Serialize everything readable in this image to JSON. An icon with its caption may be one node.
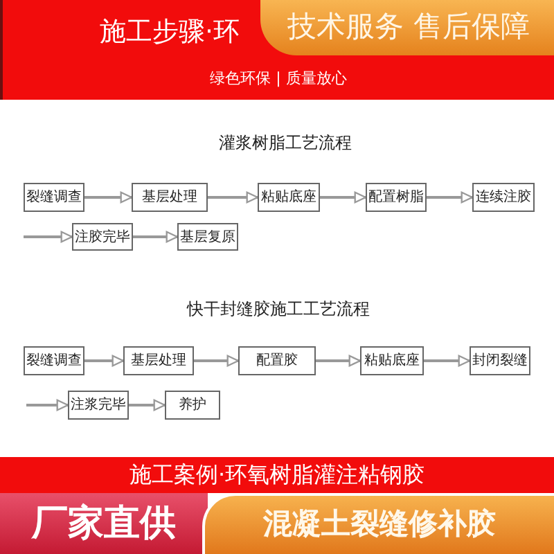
{
  "diagram": {
    "nodes": [
      {
        "text": [
          "施工步骤·环",
          "绿色环保 | 质量放心"
        ]
      },
      {
        "text": [
          "技术服务 售后保障"
        ],
        "in": 0
      },
      {
        "text": [
          "裂缝调查"
        ]
      },
      {
        "text": [
          "基层处理"
        ]
      },
      {
        "text": [
          "粘贴底座"
        ]
      },
      {
        "text": [
          "配置树脂"
        ]
      },
      {
        "text": [
          "连续注胶"
        ]
      },
      {
        "text": [
          "注胶完毕"
        ]
      },
      {
        "text": [
          "基层复原"
        ]
      },
      {
        "text": [
          "裂缝调查"
        ]
      },
      {
        "text": [
          "基层处理"
        ]
      },
      {
        "text": [
          "配置胶"
        ]
      },
      {
        "text": [
          "粘贴底座"
        ]
      },
      {
        "text": [
          "封闭裂缝"
        ]
      },
      {
        "text": [
          "注浆完毕"
        ]
      },
      {
        "text": [
          "养护"
        ]
      },
      {
        "text": [
          "施工案例·环氧树脂灌注粘钢胶"
        ]
      },
      {
        "text": [
          "厂家直供"
        ]
      },
      {
        "text": [
          "混凝土裂缝修补胶"
        ]
      }
    ],
    "edges": [
      {
        "from": 2,
        "to": 3,
        "arrow": "to"
      },
      {
        "from": 3,
        "to": 4,
        "arrow": "to"
      },
      {
        "from": 4,
        "to": 5,
        "arrow": "to"
      },
      {
        "from": 5,
        "to": 6,
        "arrow": "to"
      },
      {
        "from": null,
        "to": 7,
        "arrow": "to"
      },
      {
        "from": 7,
        "to": 8,
        "arrow": "to"
      },
      {
        "from": 9,
        "to": 10,
        "arrow": "to"
      },
      {
        "from": 10,
        "to": 11,
        "arrow": "to"
      },
      {
        "from": 11,
        "to": 12,
        "arrow": "to"
      },
      {
        "from": 12,
        "to": 13,
        "arrow": "to"
      },
      {
        "from": null,
        "to": 14,
        "arrow": "to"
      },
      {
        "from": 14,
        "to": 15,
        "arrow": "to"
      }
    ],
    "labels": [
      "灌浆树脂工艺流程",
      "快干封缝胶施工工艺流程"
    ]
  }
}
